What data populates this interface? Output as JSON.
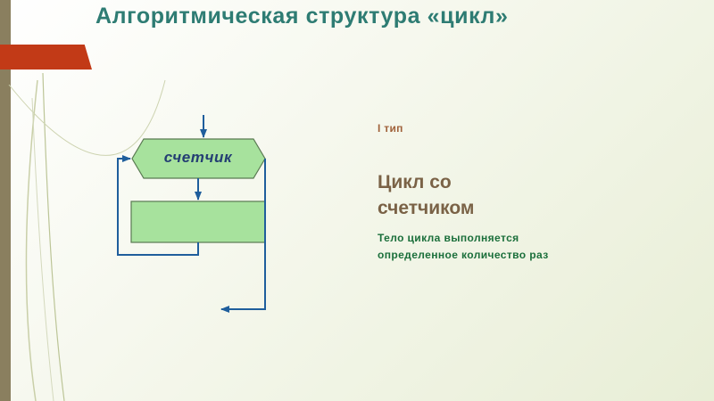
{
  "slide": {
    "title": "Алгоритмическая структура «цикл»",
    "type_label": "I тип",
    "subtitle_line1": "Цикл со",
    "subtitle_line2": "счетчиком",
    "description_line1": "Тело цикла выполняется",
    "description_line2": "определенное количество раз"
  },
  "flowchart": {
    "counter_label": "счетчик"
  },
  "colors": {
    "title": "#2e7c73",
    "accent_ribbon": "#c23a17",
    "left_bar": "#8a7f5f",
    "block_fill": "#a7e29d",
    "block_stroke": "#5a7a52",
    "arrow": "#1f5e9c",
    "counter_text": "#243e73",
    "type_label": "#a0623b",
    "subtitle": "#7a6246",
    "description": "#1b6f3b"
  },
  "icons": {
    "decoration": "swoosh-lines-icon"
  }
}
